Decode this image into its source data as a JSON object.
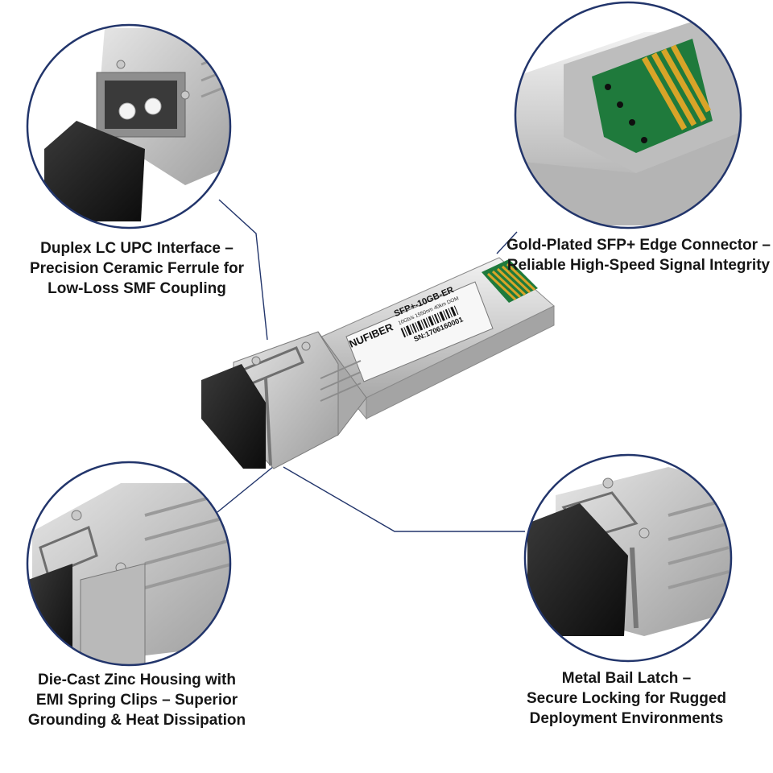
{
  "module": {
    "brand": "NUFIBER",
    "model": "SFP+-10GB-ER",
    "spec": "10Gb/s 1550nm 40km DOM",
    "serial": "SN:1706160001"
  },
  "callouts": {
    "top_left": [
      "Duplex LC UPC Interface –",
      "Precision Ceramic Ferrule for",
      "Low-Loss SMF Coupling"
    ],
    "top_right": [
      "Gold-Plated SFP+ Edge Connector –",
      "Reliable High-Speed Signal Integrity"
    ],
    "bottom_left": [
      "Die-Cast Zinc Housing with",
      "EMI Spring Clips – Superior",
      "Grounding & Heat Dissipation"
    ],
    "bottom_right": [
      "Metal Bail Latch –",
      "Secure Locking for Rugged",
      "Deployment Environments"
    ]
  },
  "colors": {
    "callout_ring": "#22356b",
    "leader_line": "#22356b",
    "pcb_green": "#1f7a3c",
    "gold_contact": "#d8a428",
    "dust_cap": "#151515"
  }
}
